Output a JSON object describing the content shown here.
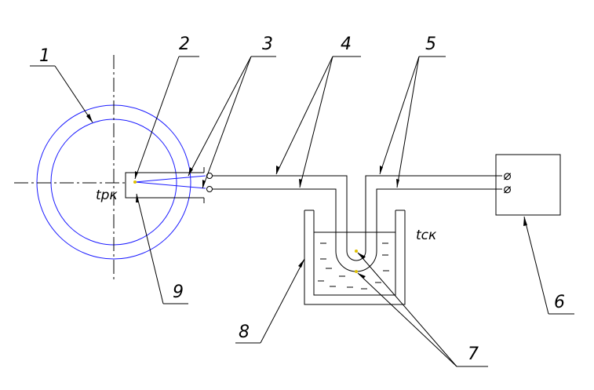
{
  "labels": {
    "l1": "1",
    "l2": "2",
    "l3": "3",
    "l4": "4",
    "l5": "5",
    "l6": "6",
    "l7": "7",
    "l8": "8",
    "l9": "9"
  },
  "temps": {
    "hot": "tрк",
    "cold": "tск"
  },
  "terminal_symbol": "⌀",
  "colors": {
    "pipe": "#1a1aff",
    "junction": "#e0c000",
    "line": "#000000"
  }
}
